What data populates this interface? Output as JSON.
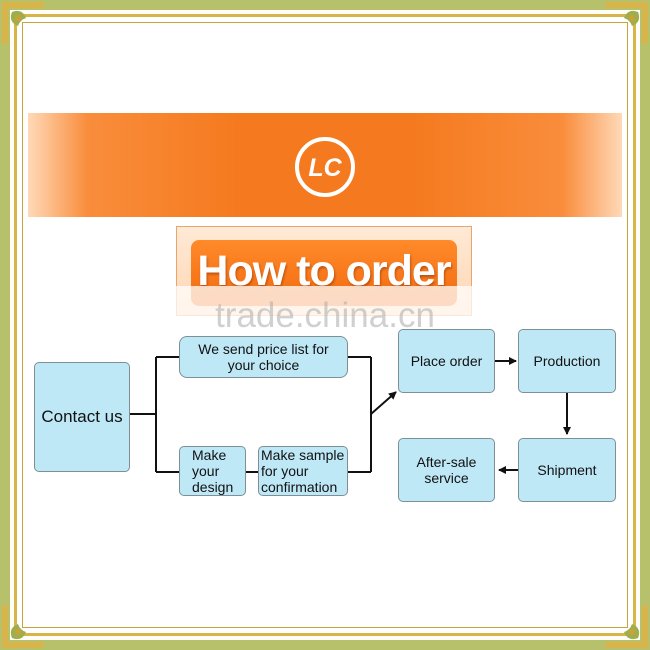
{
  "title": "How to order",
  "watermark": "trade.china.cn",
  "logo": {
    "icon": "lc-logo-icon",
    "letters": "LC"
  },
  "colors": {
    "banner": "#f57a1f",
    "node_fill": "#bfe8f7",
    "node_border": "#7e8f96",
    "frame_green": "#b7c06a",
    "frame_gold": "#d8b54a"
  },
  "nodes": {
    "contact_us": "Contact us",
    "price_list": "We send price list for your choice",
    "make_design": "Make your design",
    "make_sample": "Make sample for your confirmation",
    "place_order": "Place order",
    "production": "Production",
    "shipment": "Shipment",
    "after_sale": "After-sale service"
  }
}
